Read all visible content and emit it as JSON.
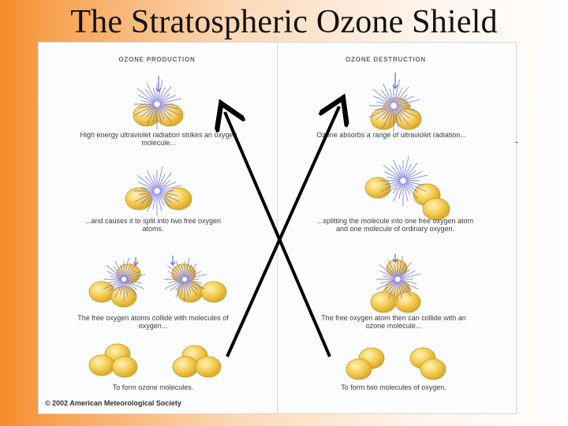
{
  "title": "The Stratospheric Ozone Shield",
  "columns": {
    "production": {
      "heading": "OZONE PRODUCTION",
      "steps": [
        "High energy ultraviolet radiation strikes an oxygen molecule...",
        "...and causes it to split into two free oxygen atoms.",
        "The free oxygen atoms collide with molecules of oxygen...",
        "To form ozone molecules."
      ]
    },
    "destruction": {
      "heading": "OZONE DESTRUCTION",
      "steps": [
        "Ozone absorbs a range of ultraviolet radiation...",
        "...splitting the molecule into one free oxygen atom and one molecule of ordinary oxygen.",
        "The free oxygen atom then can collide with an ozone molecule...",
        "To form two molecules of oxygen."
      ]
    }
  },
  "credit": "© 2002 American Meteorological Society",
  "colors": {
    "atom": "#f2c84a",
    "uv_burst": "#6e6ad8",
    "arrow": "#000000"
  }
}
